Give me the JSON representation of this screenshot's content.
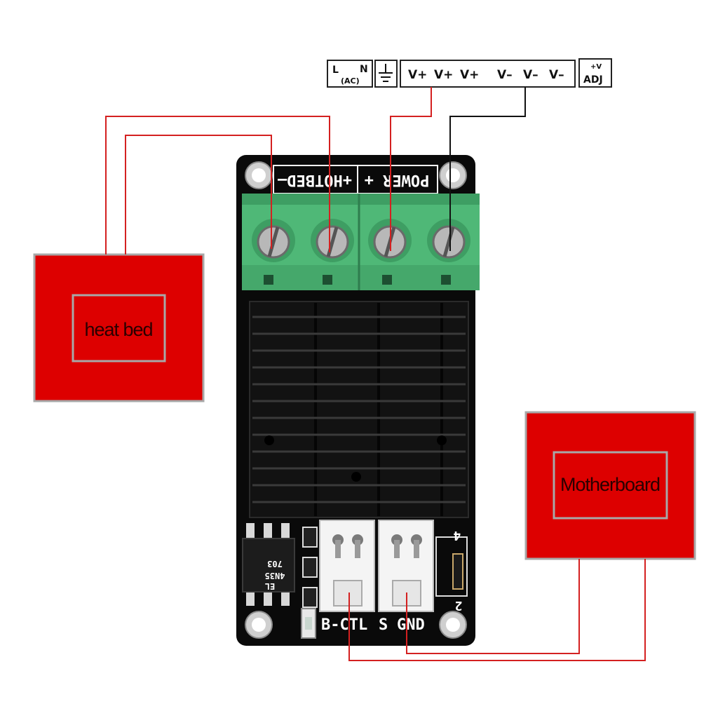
{
  "psu": {
    "ac_l": "L",
    "ac_n": "N",
    "ac_sub": "(AC)",
    "terminals": [
      "V+",
      "V+",
      "V+",
      "V–",
      "V–",
      "V–"
    ],
    "adj_top": "+V",
    "adj": "ADJ"
  },
  "board": {
    "label_hotbed": "+HOTBED–",
    "label_power": "POWER +",
    "label_bctl": "B-CTL",
    "label_s": "S",
    "label_gnd": "GND",
    "ic_line1": "EL",
    "ic_line2": "4N35",
    "ic_line3": "703",
    "num_left": "4",
    "num_right": "2"
  },
  "boxes": {
    "heat_bed": "heat bed",
    "motherboard": "Motherboard"
  },
  "colors": {
    "red_box": "#dd0000",
    "box_border": "#a8a8a8",
    "wire_red": "#d42020",
    "wire_black": "#111111",
    "pcb": "#0a0a0a",
    "terminal_green": "#4fb877",
    "connector_white": "#f4f4f4"
  }
}
